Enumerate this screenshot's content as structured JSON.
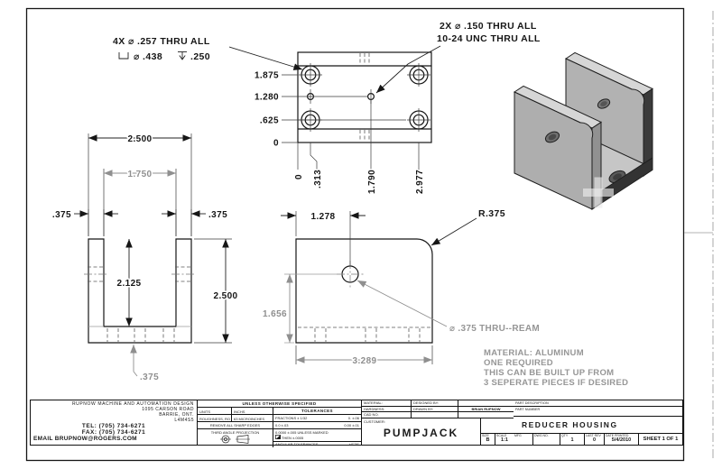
{
  "callouts": {
    "cbore_line1": "4X ⌀ .257 THRU ALL",
    "cbore_dia": "⌀ .438",
    "cbore_depth": ".250",
    "tap_line1": "2X ⌀ .150 THRU ALL",
    "tap_line2": "10-24 UNC  THRU ALL"
  },
  "top_view": {
    "left_ordinates": [
      "1.875",
      "1.280",
      ".625",
      "0"
    ],
    "bottom_ordinates": [
      "0",
      ".313",
      "1.790",
      "2.977"
    ]
  },
  "front_view": {
    "overall_width": "2.500",
    "inner_width": "1.750",
    "wall_left": ".375",
    "wall_right": ".375",
    "inner_depth": "2.125",
    "overall_height": "2.500",
    "base_thickness": ".375"
  },
  "side_view": {
    "hole_offset": "1.278",
    "corner_radius": "R.375",
    "hole_height": "1.656",
    "overall_width": "3.289",
    "ream_note": "⌀ .375 THRU--REAM"
  },
  "notes": {
    "lines": [
      "MATERIAL: ALUMINUM",
      "ONE REQUIRED",
      "THIS CAN BE BUILT UP FROM",
      "3 SEPERATE PIECES IF DESIRED"
    ]
  },
  "title_block": {
    "company": {
      "name": "RUPNOW MACHINE AND AUTOMATION DESIGN",
      "addr1": "1095 CARSON ROAD",
      "addr2": "BARRIE, ONT.",
      "addr3": "L4M4S5",
      "tel": "TEL: (705) 734-6271",
      "fax": "FAX: (705) 734-6271",
      "email": "EMAIL BRUPNOW@ROGERS.COM"
    },
    "specs": {
      "header": "UNLESS OTHERWISE SPECIFIED",
      "units_label": "UNITS",
      "units_value": "INCHS",
      "rough_label": "ROUGHNESS, RO",
      "rough_value": "63 MICROINCHES",
      "edges": "REMOVE ALL SHARP EDGES",
      "projection": "THIRD ANGLE PROJECTION",
      "tol_header": "TOLERANCES",
      "tol_r1a": "FRACTIONS ± 1/32",
      "tol_r1b": "0.  ±.06",
      "tol_r2a": "0.0  ±.03",
      "tol_r2b": "0.00  ±.01",
      "tol_r3a": "0.0000  ±.005 UNLESS MARKED",
      "tol_r3b": "THEN ±.0005",
      "tol_r4a": "ANGULAR TOLERANCES",
      "tol_r4b": "±0°30'"
    },
    "info": {
      "material_label": "MATERIAL:",
      "hardness_label": "HARDNESS:",
      "cad_label": "CAD NO.",
      "designed_label": "DESIGNED BY:",
      "drawn_label": "DRAWN BY:",
      "drawn_by": "BRIAN RUPNOW",
      "customer_label": "CUSTOMER:",
      "part_name": "PUMPJACK"
    },
    "part": {
      "desc_label": "PART DESCRIPTION",
      "num_label": "PART NUMBER",
      "description": "REDUCER HOUSING",
      "size_label": "SIZE",
      "size": "B",
      "scale_label": "SCALE",
      "scale": "1:1",
      "mfg_label": "MFG",
      "dwg_label": "DWG NO.",
      "qty_label": "QTY",
      "qty": "1",
      "rev_label": "LAST REV",
      "rev": "0",
      "date_label": "DATE PRINTED",
      "date": "5/4/2010",
      "sheet": "SHEET  1 OF  1"
    }
  }
}
